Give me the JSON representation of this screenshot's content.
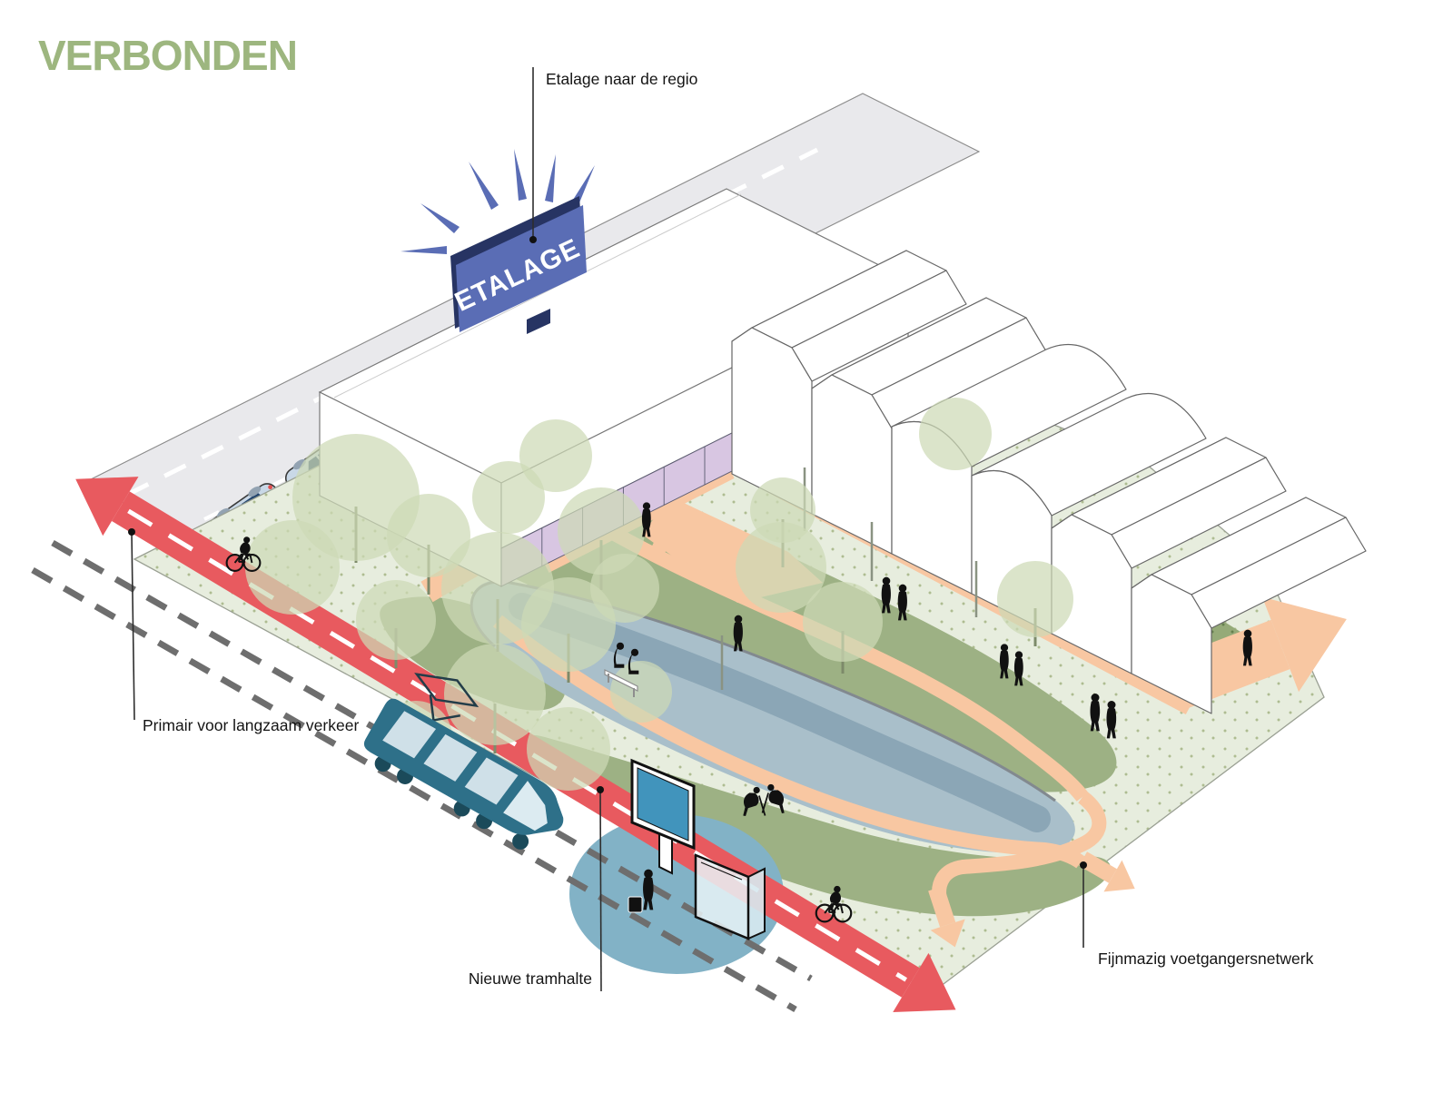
{
  "title": {
    "text": "VERBONDEN",
    "color": "#9db67f"
  },
  "sign": {
    "text": "ETALAGE",
    "face_color": "#5a6db5",
    "edge_color": "#273463"
  },
  "annotations": {
    "etalage": "Etalage naar de regio",
    "primair": "Primair voor langzaam verkeer",
    "tramhalte": "Nieuwe tramhalte",
    "voetgangers": "Fijnmazig voetgangersnetwerk"
  },
  "colors": {
    "slow_traffic_red": "#e85a5f",
    "pedestrian_peach": "#f8c7a2",
    "park_sage": "#9db184",
    "ground_pale_green": "#e7edde",
    "water_light": "#a9bfca",
    "water_stream": "#8ba6b6",
    "tram_teal": "#2e7089",
    "tram_stop_blue": "#82b2c6",
    "billboard_blue": "#4194bc",
    "plinth_purple": "#d8c6e2",
    "road_gray": "#e9e9ec",
    "track_dash_gray": "#6e6e6e"
  },
  "icons": {
    "etalage_sign": "etalage-sign-icon",
    "tram": "tram-icon",
    "tram_stop_highlight": "tram-stop-highlight",
    "slow_traffic_arrow": "slow-traffic-arrow-icon",
    "pedestrian_arrow": "pedestrian-arrow-icon",
    "people": "pedestrian-icon",
    "cyclist": "cyclist-icon",
    "car": "car-icon",
    "tree": "tree-icon",
    "bench": "bench-icon",
    "billboard": "billboard-icon",
    "shelter": "shelter-icon"
  }
}
